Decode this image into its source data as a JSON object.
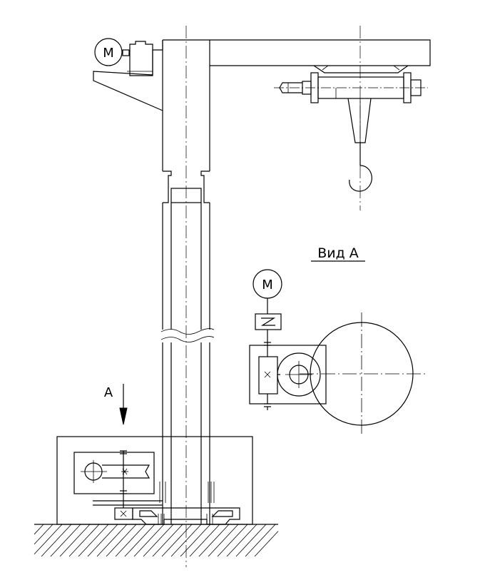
{
  "labels": {
    "motor_top": "M",
    "motor_view": "M",
    "view_title": "Вид А",
    "arrow_label": "А"
  }
}
